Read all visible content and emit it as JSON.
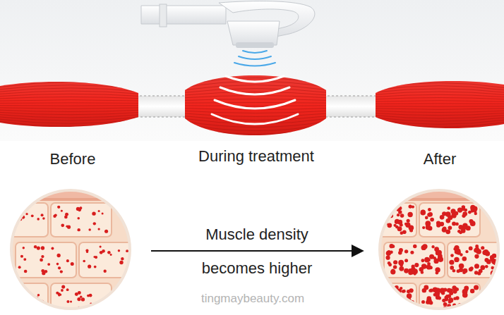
{
  "diagram": {
    "labels": [
      "Before",
      "During treatment",
      "After",
      "Muscle density",
      "becomes higher",
      "tingmaybeauty.com"
    ]
  }
}
